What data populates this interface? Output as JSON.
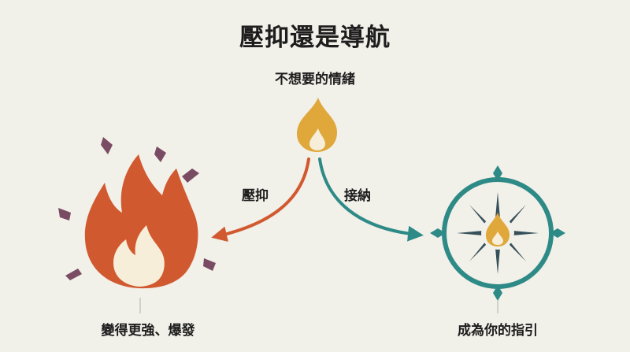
{
  "title": "壓抑還是導航",
  "source": {
    "label": "不想要的情緒"
  },
  "paths": {
    "suppress": {
      "label": "壓抑"
    },
    "accept": {
      "label": "接納"
    }
  },
  "outcomes": {
    "suppress": {
      "label": "變得更強、爆發"
    },
    "accept": {
      "label": "成為你的指引"
    }
  },
  "icons": {
    "source": "small-flame-icon",
    "suppress": "big-fire-icon",
    "accept": "compass-flame-icon"
  },
  "colors": {
    "background": "#f1f0e9",
    "flame_gold": "#e0a73a",
    "fire_orange": "#d1592f",
    "teal": "#2e8a86",
    "spark_purple": "#7a4c63",
    "compass_needle": "#36505a"
  }
}
